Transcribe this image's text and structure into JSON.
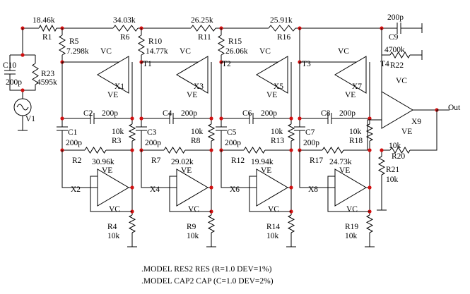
{
  "components": {
    "R1": {
      "name": "R1",
      "value": "18.46k"
    },
    "R5": {
      "name": "R5",
      "value": "7.298k"
    },
    "R6": {
      "name": "R6",
      "value": "34.03k"
    },
    "R10": {
      "name": "R10",
      "value": "14.77k"
    },
    "R11": {
      "name": "R11",
      "value": "26.25k"
    },
    "R15": {
      "name": "R15",
      "value": "26.06k"
    },
    "R16": {
      "name": "R16",
      "value": "25.91k"
    },
    "C9": {
      "name": "C9",
      "value": "200p"
    },
    "R22": {
      "name": "R22",
      "value": "4700k"
    },
    "C10": {
      "name": "C10",
      "value": "200p"
    },
    "R23": {
      "name": "R23",
      "value": "4595k"
    },
    "V1": {
      "name": "V1"
    },
    "C1": {
      "name": "C1",
      "value": "200p"
    },
    "C2": {
      "name": "C2",
      "value": "200p"
    },
    "R2": {
      "name": "R2",
      "value": "30.96k"
    },
    "R3": {
      "name": "R3",
      "value": "10k"
    },
    "R4": {
      "name": "R4",
      "value": "10k"
    },
    "C3": {
      "name": "C3",
      "value": "200p"
    },
    "C4": {
      "name": "C4",
      "value": "200p"
    },
    "R7": {
      "name": "R7",
      "value": "29.02k"
    },
    "R8": {
      "name": "R8",
      "value": "10k"
    },
    "R9": {
      "name": "R9",
      "value": "10k"
    },
    "C5": {
      "name": "C5",
      "value": "200p"
    },
    "C6": {
      "name": "C6",
      "value": "200p"
    },
    "R12": {
      "name": "R12",
      "value": "19.94k"
    },
    "R13": {
      "name": "R13",
      "value": "10k"
    },
    "R14": {
      "name": "R14",
      "value": "10k"
    },
    "C7": {
      "name": "C7",
      "value": "200p"
    },
    "C8": {
      "name": "C8",
      "value": "200p"
    },
    "R17": {
      "name": "R17",
      "value": "24.73k"
    },
    "R18": {
      "name": "R18",
      "value": "10k"
    },
    "R19": {
      "name": "R19",
      "value": "10k"
    },
    "R20": {
      "name": "R20",
      "value": "10k"
    },
    "R21": {
      "name": "R21",
      "value": "10k"
    }
  },
  "amps": {
    "X1": {
      "name": "X1"
    },
    "X2": {
      "name": "X2"
    },
    "X3": {
      "name": "X3"
    },
    "X4": {
      "name": "X4"
    },
    "X5": {
      "name": "X5"
    },
    "X6": {
      "name": "X6"
    },
    "X7": {
      "name": "X7"
    },
    "X8": {
      "name": "X8"
    },
    "X9": {
      "name": "X9"
    }
  },
  "nodes": {
    "T1": "T1",
    "T2": "T2",
    "T3": "T3",
    "T4": "T4",
    "out": "Out"
  },
  "supply": {
    "vc": "VC",
    "ve": "VE"
  },
  "pin": {
    "plus": "+",
    "minus": "-"
  },
  "models": [
    ".MODEL RES2 RES (R=1.0 DEV=1%)",
    ".MODEL CAP2 CAP (C=1.0 DEV=2%)"
  ]
}
